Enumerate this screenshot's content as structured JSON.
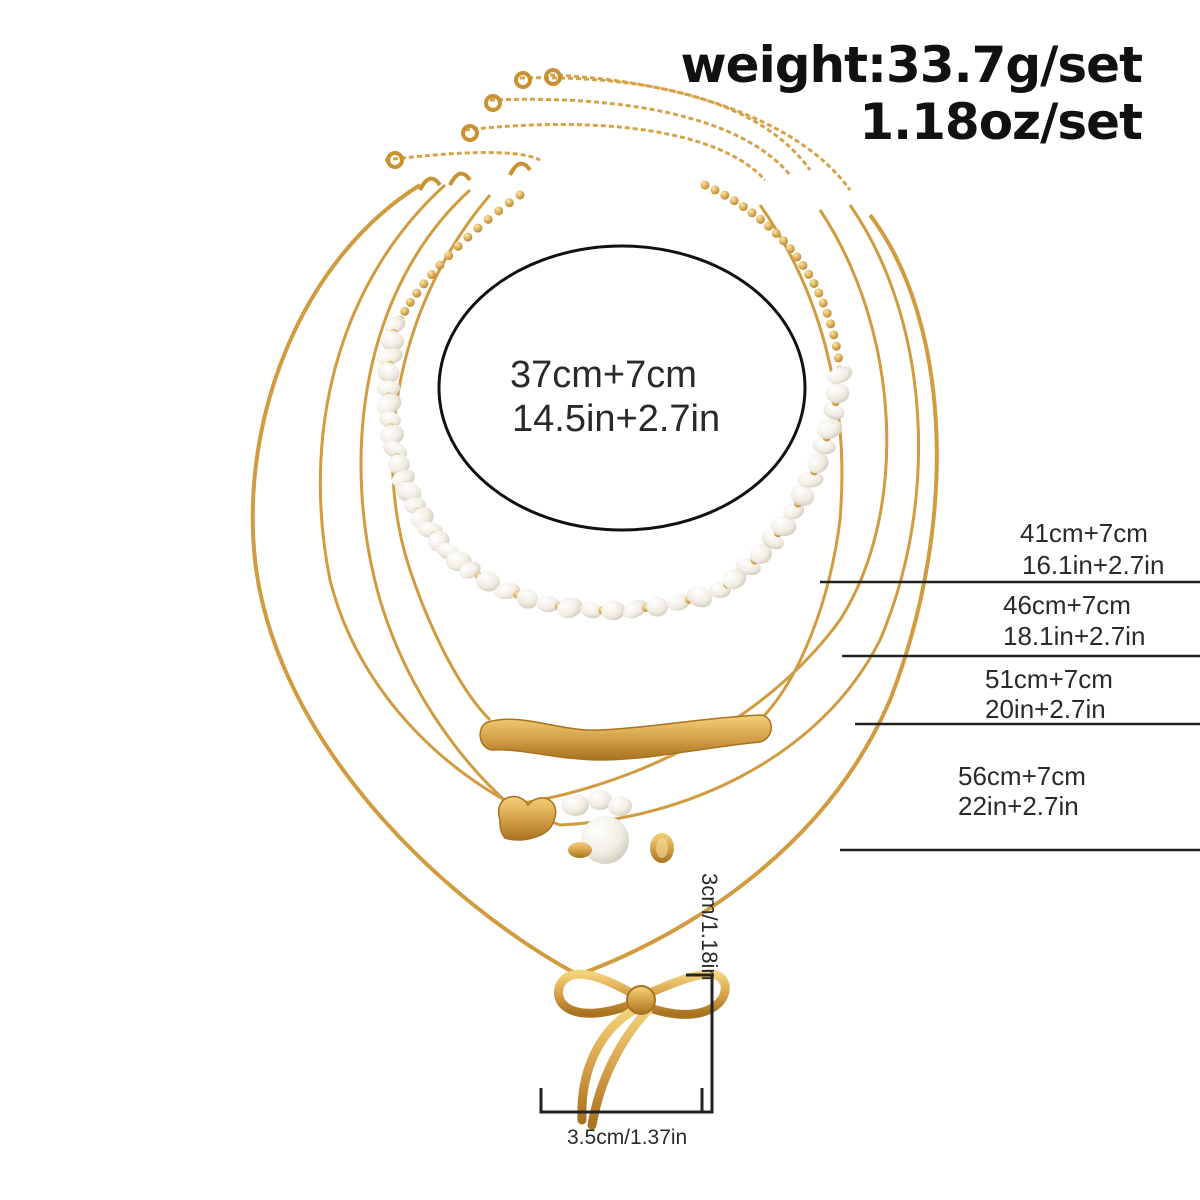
{
  "weight": {
    "grams": "weight:33.7g/set",
    "ounces": "1.18oz/set"
  },
  "choker": {
    "cm": "37cm+7cm",
    "inch": "14.5in+2.7in"
  },
  "lengths": [
    {
      "cm": "41cm+7cm",
      "inch": "16.1in+2.7in"
    },
    {
      "cm": "46cm+7cm",
      "inch": "18.1in+2.7in"
    },
    {
      "cm": "51cm+7cm",
      "inch": "20in+2.7in"
    },
    {
      "cm": "56cm+7cm",
      "inch": "22in+2.7in"
    }
  ],
  "bow": {
    "height": "3cm/1.18in",
    "width": "3.5cm/1.37in"
  },
  "colors": {
    "gold": "#d6a24a",
    "gold_dark": "#b07a25",
    "pearl": "#f4f1ea",
    "line": "#222222"
  }
}
